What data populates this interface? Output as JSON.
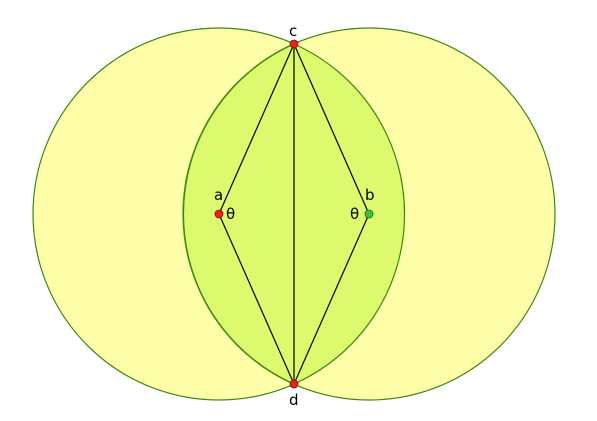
{
  "points": {
    "a": {
      "label": "a",
      "color": "#e8221e",
      "angle_label": "θ"
    },
    "b": {
      "label": "b",
      "color": "#3fc23a",
      "angle_label": "θ"
    },
    "c": {
      "label": "c",
      "color": "#e8221e"
    },
    "d": {
      "label": "d",
      "color": "#e8221e"
    }
  },
  "colors": {
    "circle_fill": "#ffffaa",
    "lens_fill": "#ddfa6e",
    "circle_stroke": "#3a8a12",
    "line_stroke": "#000000"
  }
}
